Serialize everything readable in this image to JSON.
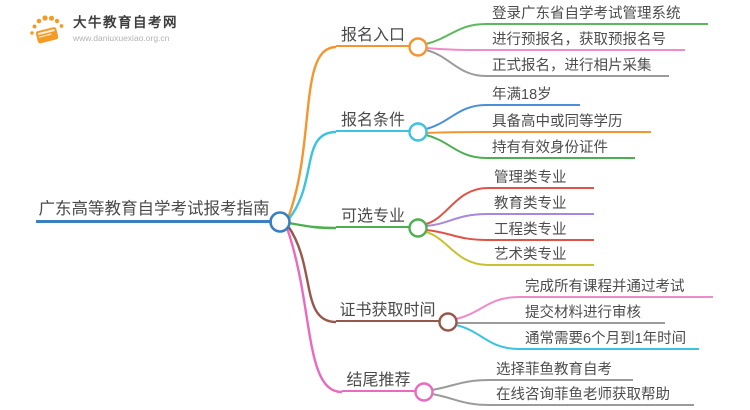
{
  "logo": {
    "title": "大牛教育自考网",
    "url": "www.daniuxuexiao.org.cn",
    "icon": "book-sunburst-icon",
    "color": "#f59a23"
  },
  "root": {
    "label": "广东高等教育自学考试报考指南",
    "color": "#3a7fc1"
  },
  "branches": [
    {
      "label": "报名入口",
      "color": "#f5952f",
      "children": [
        {
          "text": "登录广东省自学考试管理系统",
          "color": "#5cb85c"
        },
        {
          "text": "进行预报名，获取预报名号",
          "color": "#ee8cc8"
        },
        {
          "text": "正式报名，进行相片采集",
          "color": "#9b9b9b"
        }
      ]
    },
    {
      "label": "报名条件",
      "color": "#3bc3e0",
      "children": [
        {
          "text": "年满18岁",
          "color": "#4a90d9"
        },
        {
          "text": "具备高中或同等学历",
          "color": "#f5952f"
        },
        {
          "text": "持有有效身份证件",
          "color": "#4cb050"
        }
      ]
    },
    {
      "label": "可选专业",
      "color": "#4cb050",
      "children": [
        {
          "text": "管理类专业",
          "color": "#e05348"
        },
        {
          "text": "教育类专业",
          "color": "#a888d8"
        },
        {
          "text": "工程类专业",
          "color": "#e05348"
        },
        {
          "text": "艺术类专业",
          "color": "#c8c22e"
        }
      ]
    },
    {
      "label": "证书获取时间",
      "color": "#96584a",
      "children": [
        {
          "text": "完成所有课程并通过考试",
          "color": "#ee8cc8"
        },
        {
          "text": "提交材料进行审核",
          "color": "#9b9b9b"
        },
        {
          "text": "通常需要6个月到1年时间",
          "color": "#3bc3e0"
        }
      ]
    },
    {
      "label": "结尾推荐",
      "color": "#e86bbf",
      "children": [
        {
          "text": "选择菲鱼教育自考",
          "color": "#9b9b9b"
        },
        {
          "text": "在线咨询菲鱼老师获取帮助",
          "color": "#9b9b9b"
        }
      ]
    }
  ]
}
